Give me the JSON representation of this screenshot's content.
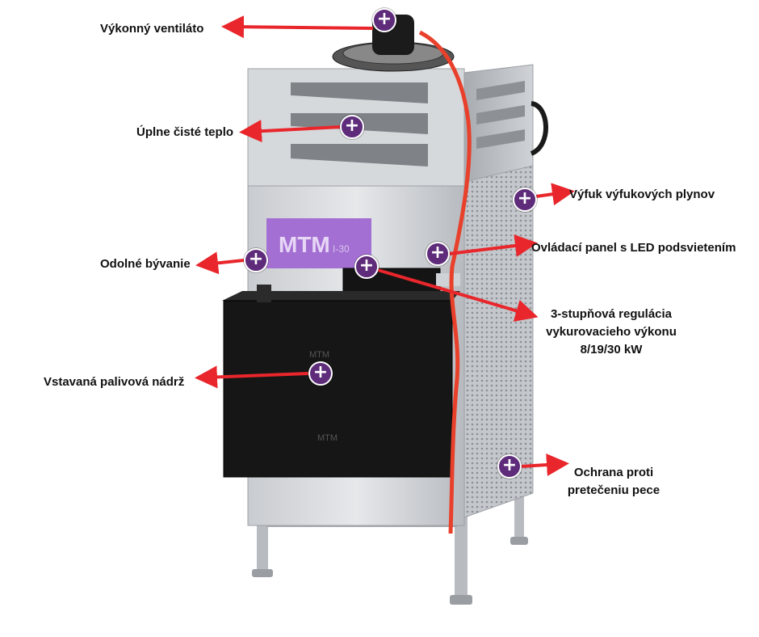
{
  "brand": {
    "logo_text": "MTM",
    "model_text": "I-30"
  },
  "colors": {
    "hotspot": "#5e2c7a",
    "arrow": "#e8262b",
    "panel": "#a46fd3",
    "cable": "#e8402a"
  },
  "hotspots": [
    {
      "id": "fan",
      "label_lines": [
        "Výkonný ventiláto"
      ],
      "icon": "plus-icon"
    },
    {
      "id": "clean-heat",
      "label_lines": [
        "Úplne čisté teplo"
      ],
      "icon": "plus-icon"
    },
    {
      "id": "exhaust",
      "label_lines": [
        "Výfuk výfukových plynov"
      ],
      "icon": "plus-icon"
    },
    {
      "id": "control-panel",
      "label_lines": [
        "Ovládací panel s LED podsvietením"
      ],
      "icon": "plus-icon"
    },
    {
      "id": "housing",
      "label_lines": [
        "Odolné bývanie"
      ],
      "icon": "plus-icon"
    },
    {
      "id": "regulation",
      "label_lines": [
        "3-stupňová regulácia",
        "vykurovacieho výkonu",
        "8/19/30 kW"
      ],
      "icon": "plus-icon"
    },
    {
      "id": "fuel-tank",
      "label_lines": [
        "Vstavaná palivová nádrž"
      ],
      "icon": "plus-icon"
    },
    {
      "id": "overflow",
      "label_lines": [
        "Ochrana proti",
        "pretečeniu pece"
      ],
      "icon": "plus-icon"
    }
  ]
}
